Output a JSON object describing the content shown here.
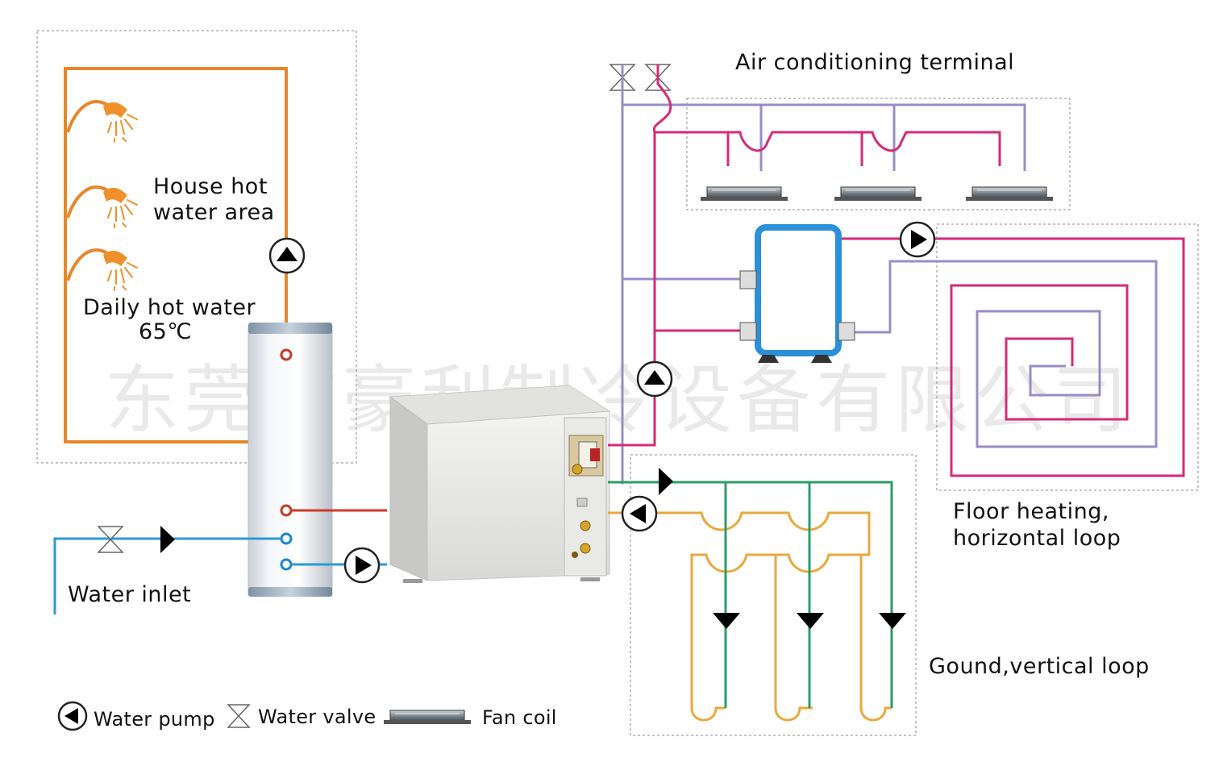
{
  "watermark": "东莞市豪利制冷设备有限公司",
  "labels": {
    "house_hot_water_area": [
      "House hot",
      "water area"
    ],
    "daily_hot_water": "Daily hot water",
    "temperature": "65℃",
    "water_inlet": "Water inlet",
    "air_conditioning_terminal": "Air conditioning terminal",
    "floor_heating": [
      "Floor heating,",
      "horizontal loop"
    ],
    "ground_vertical_loop": "Gound,vertical loop"
  },
  "legend": {
    "water_pump": "Water pump",
    "water_valve": "Water valve",
    "fan_coil": "Fan coil"
  },
  "colors": {
    "hot_water_loop": "#e8862a",
    "tank_hot_pipe": "#d13a2a",
    "cold_water_pipe": "#2b9ad6",
    "ac_supply": "#d42a7a",
    "ac_return": "#9a8cc4",
    "ground_supply": "#2e9c66",
    "ground_return": "#e9a83e",
    "exchanger_frame": "#2a90d8"
  },
  "icons": [
    "shower-head-icon",
    "water-pump-icon",
    "water-valve-icon",
    "fan-coil-icon",
    "heat-pump-unit",
    "water-tank",
    "heat-exchanger"
  ]
}
